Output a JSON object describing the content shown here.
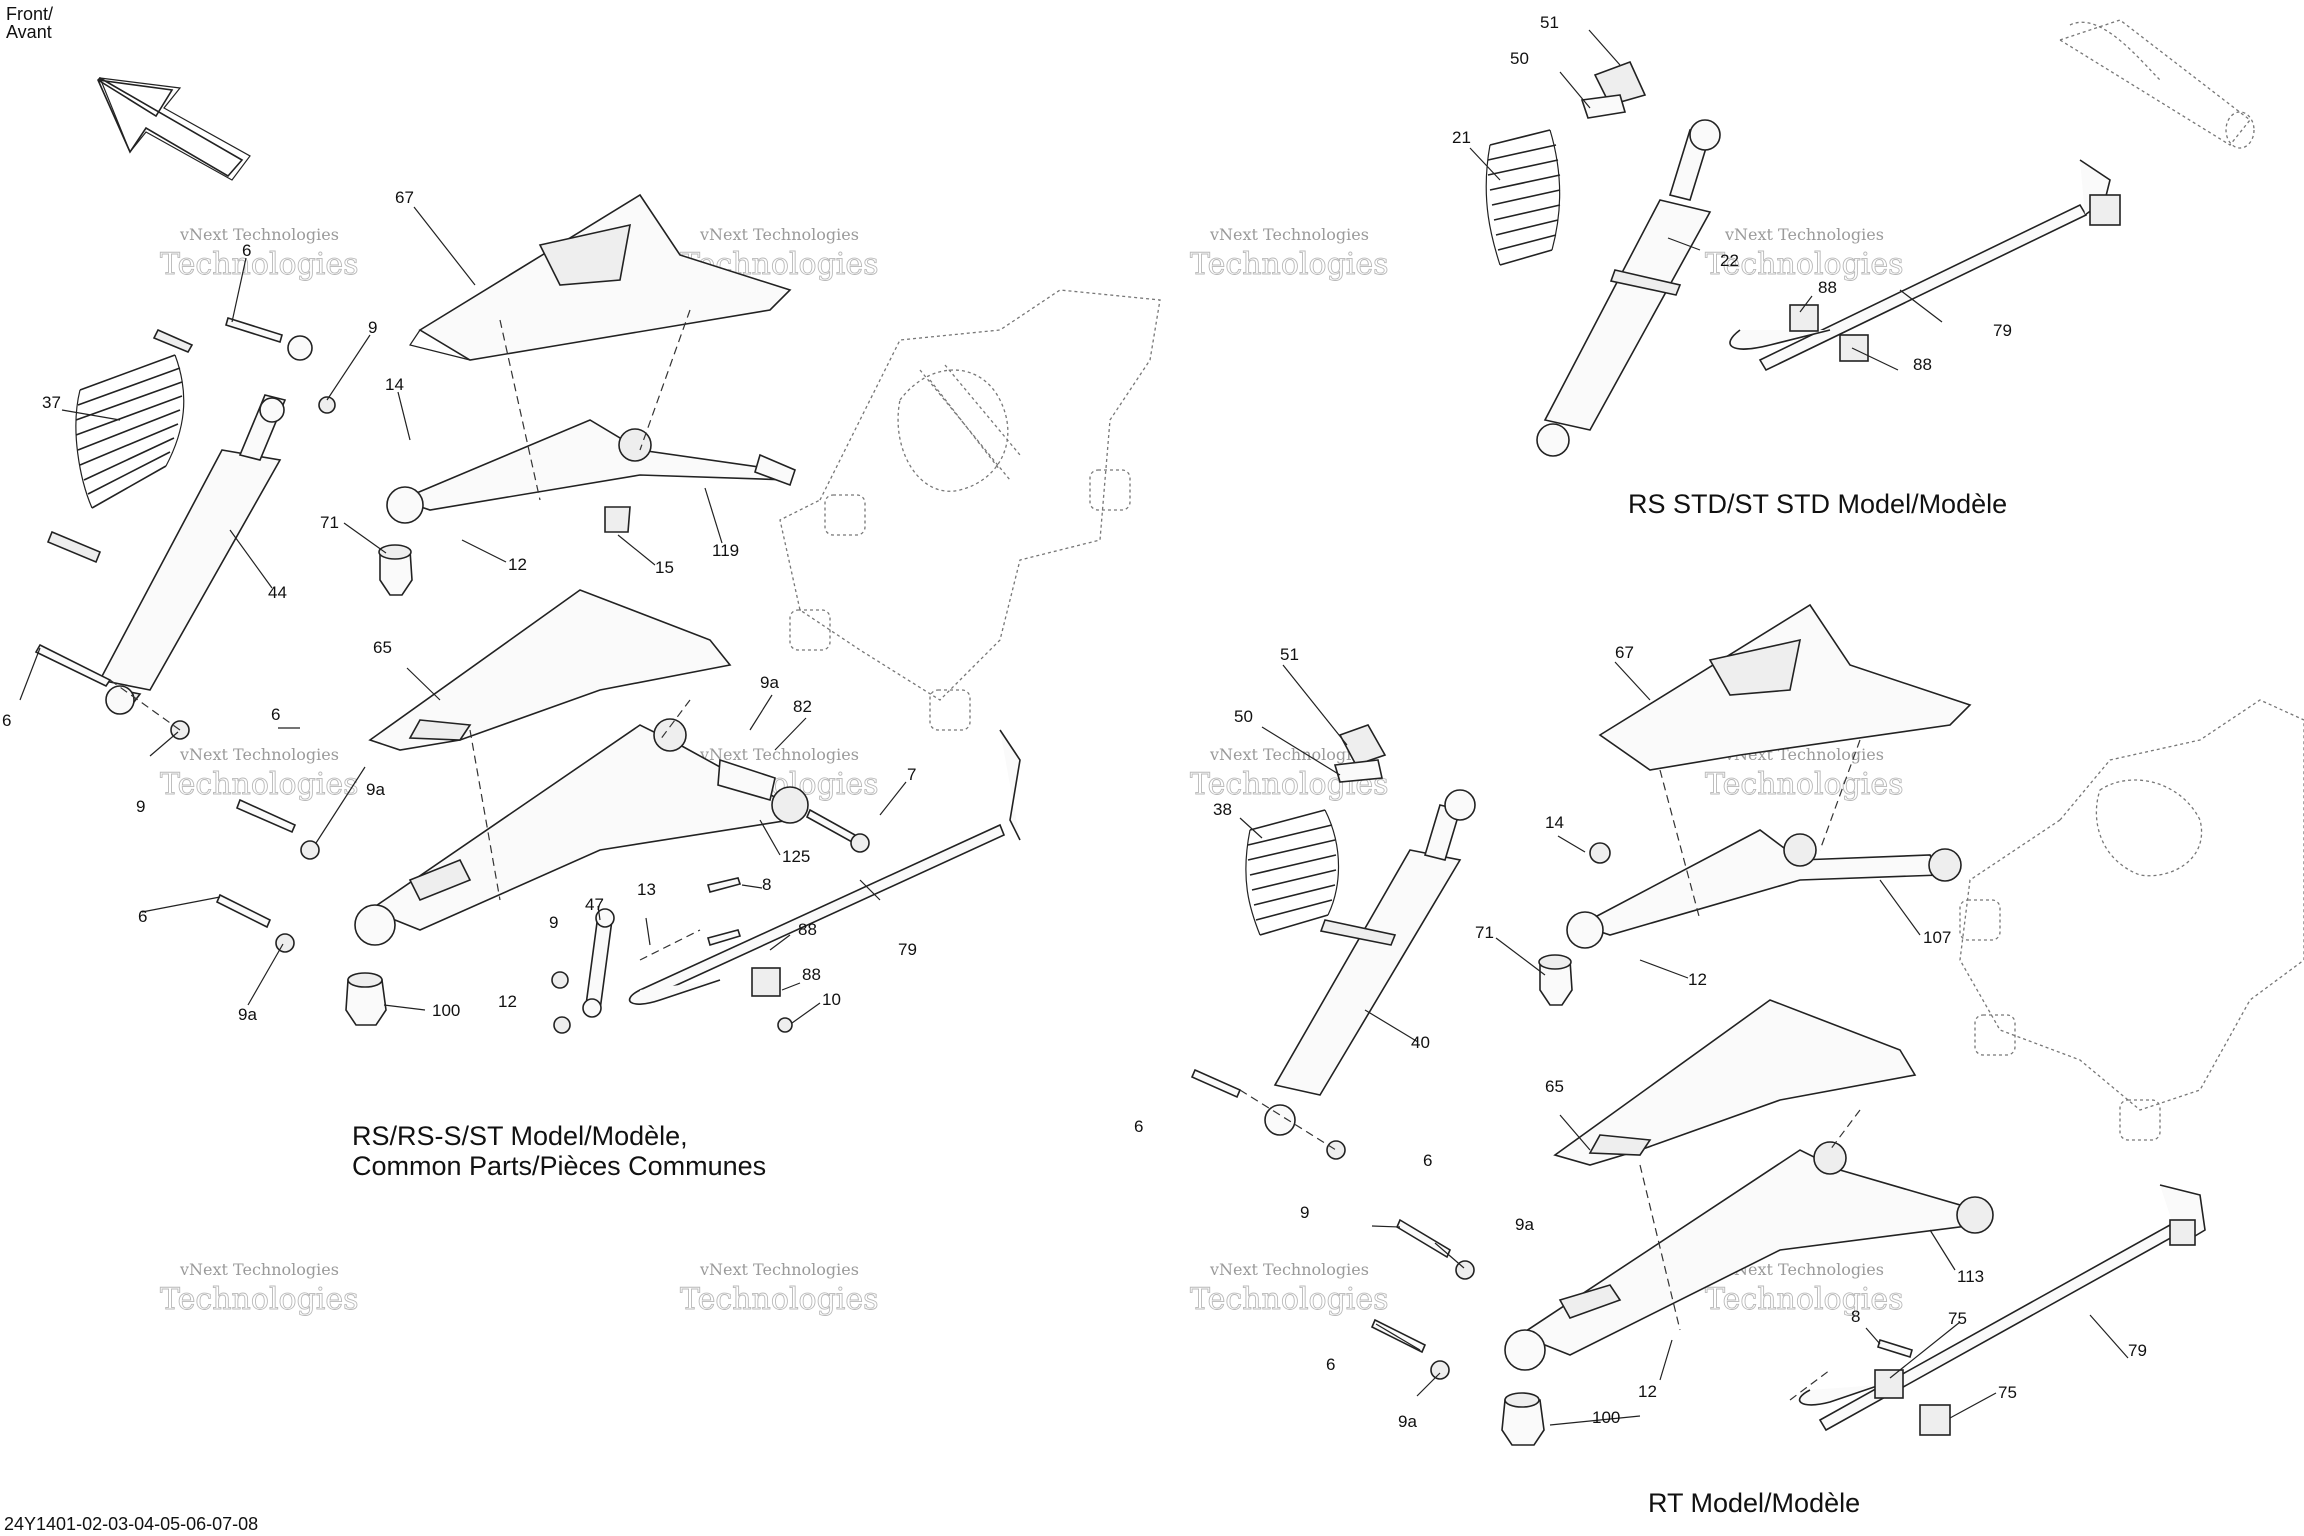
{
  "orientation": {
    "line1": "Front/",
    "line2": "Avant"
  },
  "captions": {
    "rs_line1": "RS/RS-S/ST Model/Modèle,",
    "rs_line2": "Common Parts/Pièces Communes",
    "rs_std": "RS STD/ST STD Model/Modèle",
    "rt": "RT Model/Modèle"
  },
  "footer_code": "24Y1401-02-03-04-05-06-07-08",
  "watermark": {
    "line1": "vNext Technologies",
    "line2": "Technologies",
    "arc": "vNext"
  },
  "callouts": {
    "p67": "67",
    "p9": "9",
    "p14": "14",
    "p6": "6",
    "p37": "37",
    "p71": "71",
    "p12": "12",
    "p15": "15",
    "p119": "119",
    "p44": "44",
    "p65": "65",
    "p9a": "9a",
    "p82": "82",
    "p7": "7",
    "p125": "125",
    "p8": "8",
    "p88": "88",
    "p47": "47",
    "p13": "13",
    "p79": "79",
    "p10": "10",
    "p100": "100",
    "p51": "51",
    "p50": "50",
    "p21": "21",
    "p22": "22",
    "p38": "38",
    "p40": "40",
    "p107": "107",
    "p113": "113",
    "p75": "75"
  },
  "colors": {
    "line": "#222222",
    "ghost": "#777777",
    "watermark": "#b9b9b9",
    "background": "#ffffff"
  }
}
